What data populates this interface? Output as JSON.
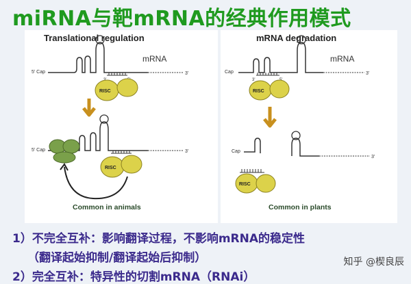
{
  "title": "miRNA与靶mRNA的经典作用模式",
  "left_panel": {
    "heading": "Translational regulation",
    "mrna_label": "mRNA",
    "cap_label": "5' Cap",
    "end3_label": "3'",
    "seed_3": "3'",
    "seed_5": "5'",
    "risc_label": "RISC",
    "footnote": "Common in animals"
  },
  "right_panel": {
    "heading": "mRNA degradation",
    "mrna_label": "mRNA",
    "cap_label": "Cap",
    "end3_label": "3'",
    "seed_3": "3'",
    "seed_5": "5'",
    "risc_label": "RISC",
    "footnote": "Common in plants"
  },
  "notes": {
    "line1": "1）不完全互补：影响翻译过程，不影响mRNA的稳定性",
    "line2": "（翻译起始抑制/翻译起始后抑制）",
    "line3": "2）完全互补：特异性的切割mRNA（RNAi）"
  },
  "watermark": "知乎 @楔良辰",
  "colors": {
    "title": "#1f9a1f",
    "risc_fill": "#dcd24a",
    "ribosome_fill": "#7aa04a",
    "arrow": "#c8901e",
    "notes": "#3b2a8c"
  }
}
